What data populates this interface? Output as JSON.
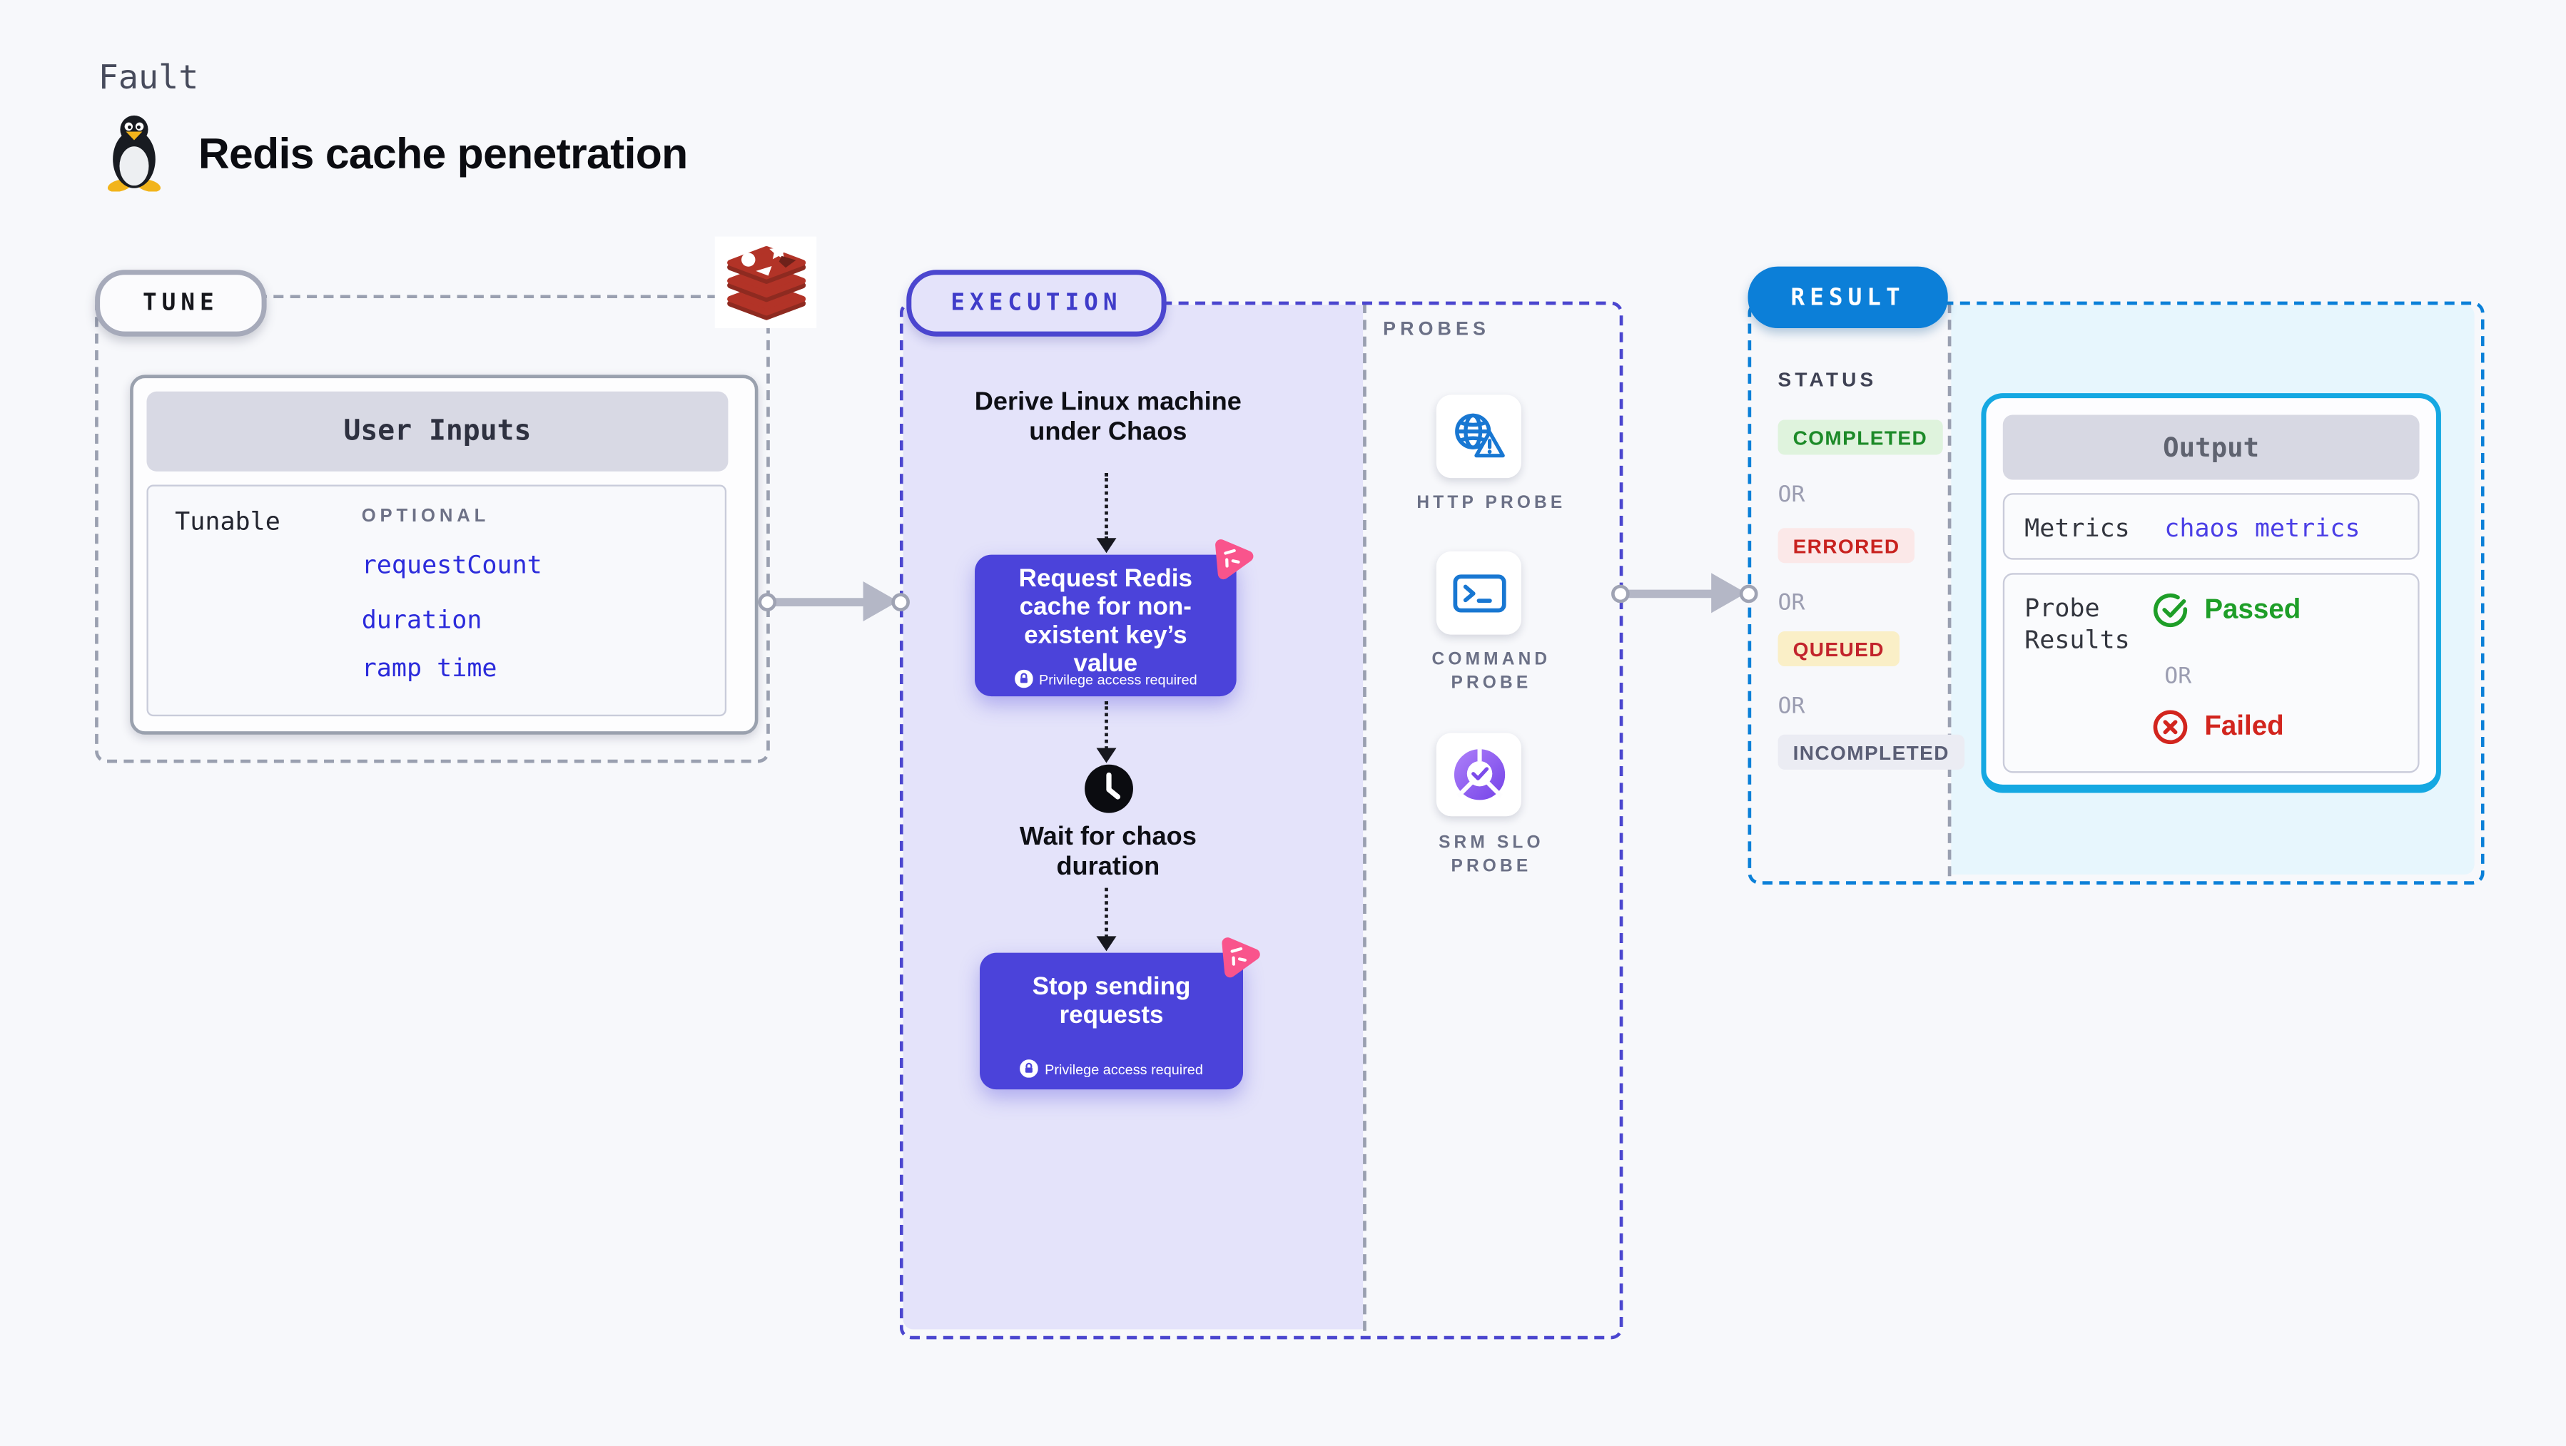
{
  "header": {
    "kicker": "Fault",
    "title": "Redis cache penetration"
  },
  "tune": {
    "pill": "TUNE",
    "card_title": "User Inputs",
    "row_label": "Tunable",
    "optional_label": "OPTIONAL",
    "tunables": [
      "requestCount",
      "duration",
      "ramp time"
    ]
  },
  "execution": {
    "pill": "EXECUTION",
    "derive_step": "Derive Linux machine\nunder Chaos",
    "request_step": "Request Redis\ncache for non-\nexistent key’s\nvalue",
    "wait_step": "Wait for chaos\nduration",
    "stop_step": "Stop sending\nrequests",
    "privilege_note": "Privilege access required"
  },
  "probes": {
    "label": "PROBES",
    "items": [
      {
        "name": "HTTP PROBE",
        "icon": "globe-alert-icon"
      },
      {
        "name": "COMMAND\nPROBE",
        "icon": "terminal-icon"
      },
      {
        "name": "SRM SLO\nPROBE",
        "icon": "slo-donut-icon"
      }
    ]
  },
  "result": {
    "pill": "RESULT",
    "status_label": "STATUS",
    "or_label": "OR",
    "statuses": [
      {
        "label": "COMPLETED",
        "bg": "#DFF3DD",
        "color": "#1C8A28"
      },
      {
        "label": "ERRORED",
        "bg": "#FBE8E8",
        "color": "#C8221F"
      },
      {
        "label": "QUEUED",
        "bg": "#FAEFC7",
        "color": "#C2242C"
      },
      {
        "label": "INCOMPLETED",
        "bg": "#EBECF3",
        "color": "#5A5E75"
      }
    ],
    "output": {
      "title": "Output",
      "metrics_label": "Metrics",
      "metrics_value": "chaos metrics",
      "probe_results_label": "Probe\nResults",
      "passed_label": "Passed",
      "failed_label": "Failed"
    }
  },
  "colors": {
    "page_bg": "#F7F8FB",
    "indigo_border": "#4B46CF",
    "indigo_fill": "#E4E3FA",
    "indigo_box": "#4B43DA",
    "blue_result": "#0C7FD8",
    "result_fill": "#E7F6FD",
    "output_border": "#15A8E2",
    "link_blue": "#2B2BDB",
    "gray_dash": "#9AA0B0",
    "arrow_gray": "#B4B7C6",
    "pink_accent": "#F9548C",
    "passed_green": "#1E9E28",
    "failed_red": "#D2251E"
  }
}
